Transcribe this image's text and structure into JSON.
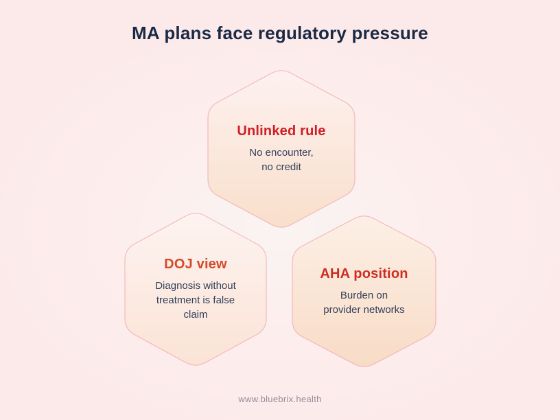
{
  "header": {
    "title": "MA plans face regulatory pressure"
  },
  "footer": {
    "website": "www.bluebrix.health"
  },
  "colors": {
    "title_text": "#1b2a44",
    "body_text": "#33405a",
    "footer_text": "#978b97",
    "hexagon_border": "#ee9ea6",
    "background_center": "#f9f4f2",
    "background_edge": "#fce8ea"
  },
  "diagram": {
    "type": "hexagon-cluster",
    "nodes": [
      {
        "id": "unlinked-rule",
        "position": "top",
        "heading": "Unlinked rule",
        "heading_color": "#cf1e24",
        "body_lines": [
          "No encounter,",
          "no credit"
        ],
        "fill_top": "#fdf1ef",
        "fill_bottom": "#f9dfcb"
      },
      {
        "id": "doj-view",
        "position": "bottom-left",
        "heading": "DOJ view",
        "heading_color": "#d44a2a",
        "body_lines": [
          "Diagnosis without",
          "treatment is false",
          "claim"
        ],
        "fill_top": "#fdf3f0",
        "fill_bottom": "#fbe3d6"
      },
      {
        "id": "aha-position",
        "position": "bottom-right",
        "heading": "AHA position",
        "heading_color": "#cf2d22",
        "body_lines": [
          "Burden on",
          "provider networks"
        ],
        "fill_top": "#fcefe6",
        "fill_bottom": "#f8dcc6"
      }
    ]
  }
}
